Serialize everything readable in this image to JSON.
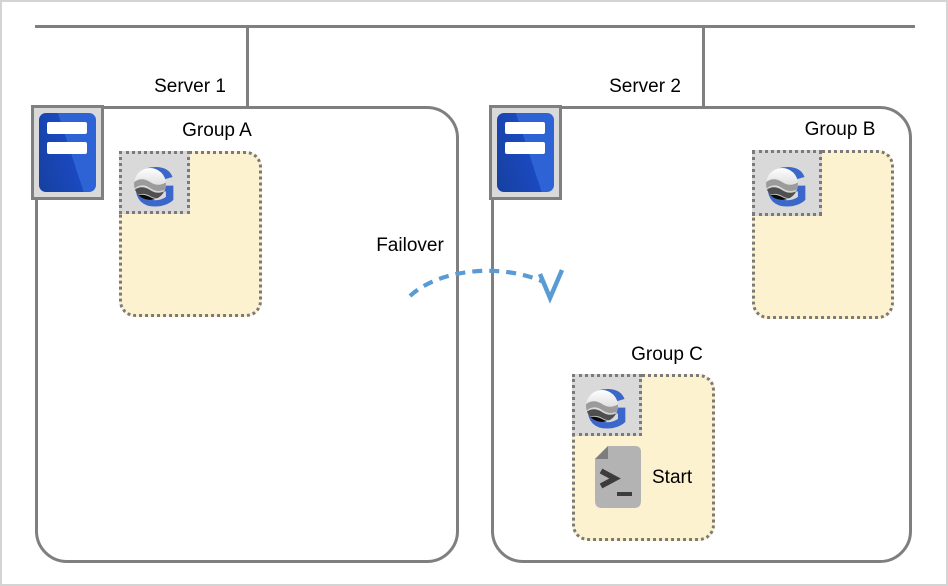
{
  "network": {
    "failover_label": "Failover"
  },
  "servers": [
    {
      "label": "Server 1",
      "groups": [
        {
          "label": "Group A"
        }
      ]
    },
    {
      "label": "Server 2",
      "groups": [
        {
          "label": "Group B"
        },
        {
          "label": "Group C",
          "start_label": "Start"
        }
      ]
    }
  ],
  "icons": {
    "server": "server-tower-icon",
    "group_logo": "g-globe-logo-icon",
    "start_action": "script-file-icon"
  },
  "palette": {
    "line_gray": "#7f7f7f",
    "group_fill": "#fdf2cf",
    "dotted_gray": "#7a7a7a",
    "chip_gray": "#d9d9d9",
    "arrow_blue": "#5b9bd5",
    "logo_blue": "#3a67c9",
    "server_blue_dark": "#1b49c0",
    "server_blue_light": "#2e63d6",
    "doc_gray": "#b3b3b3",
    "doc_fold_gray": "#7d7d7d",
    "doc_glyph_dark": "#3c3c3c"
  }
}
